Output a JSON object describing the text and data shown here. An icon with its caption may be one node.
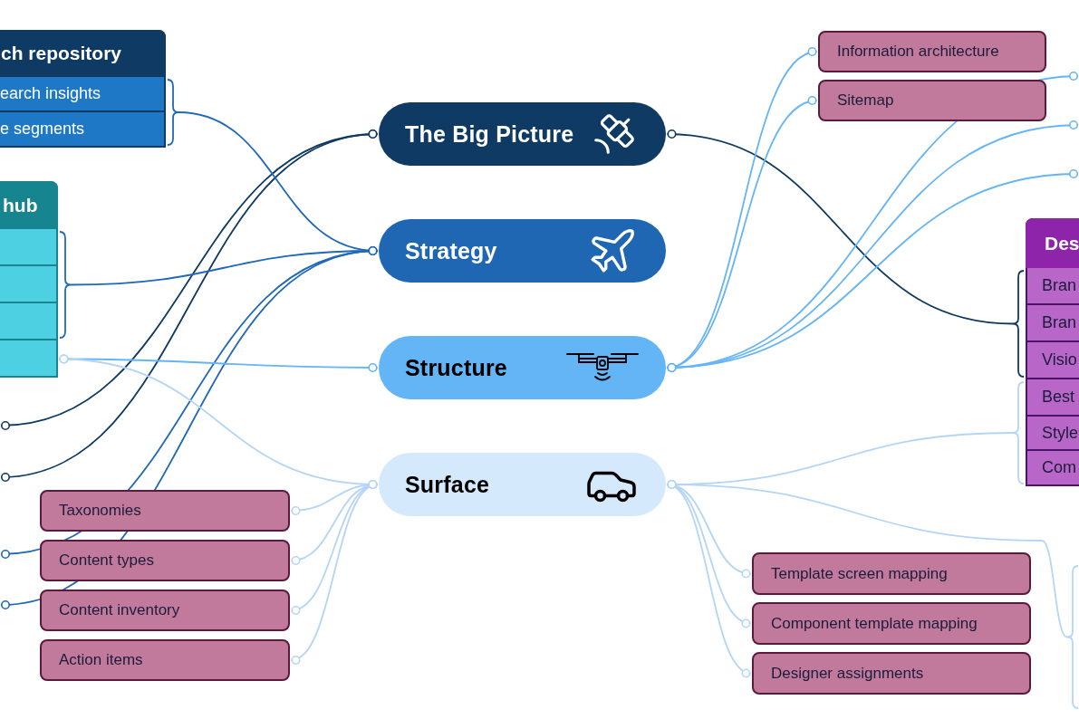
{
  "diagram": {
    "nodes": [
      {
        "text": [
          "ch repository"
        ]
      },
      {
        "text": [
          "earch insights"
        ],
        "in": 0
      },
      {
        "text": [
          "e segments"
        ],
        "in": 0
      },
      {
        "text": [
          "hub"
        ]
      },
      {
        "text": [],
        "shape": "box",
        "in": 3
      },
      {
        "text": [],
        "shape": "box",
        "in": 3
      },
      {
        "text": [],
        "shape": "box",
        "in": 3
      },
      {
        "text": [],
        "shape": "box",
        "in": 3
      },
      {
        "text": [
          "The Big Picture"
        ]
      },
      {
        "text": [
          "Strategy"
        ]
      },
      {
        "text": [
          "Structure"
        ]
      },
      {
        "text": [
          "Surface"
        ]
      },
      {
        "text": [
          "Information architecture"
        ]
      },
      {
        "text": [
          "Sitemap"
        ]
      },
      {
        "text": [
          "Des"
        ]
      },
      {
        "text": [
          "Bran"
        ],
        "in": 14
      },
      {
        "text": [
          "Bran"
        ],
        "in": 14
      },
      {
        "text": [
          "Visio"
        ],
        "in": 14
      },
      {
        "text": [
          "Best"
        ],
        "in": 14
      },
      {
        "text": [
          "Style"
        ],
        "in": 14
      },
      {
        "text": [
          "Com"
        ],
        "in": 14
      },
      {
        "text": [
          "Taxonomies"
        ]
      },
      {
        "text": [
          "Content types"
        ]
      },
      {
        "text": [
          "Content inventory"
        ]
      },
      {
        "text": [
          "Action items"
        ]
      },
      {
        "text": [
          "Template screen mapping"
        ]
      },
      {
        "text": [
          "Component template mapping"
        ]
      },
      {
        "text": [
          "Designer assignments"
        ]
      }
    ],
    "edges": [
      {
        "from": 8,
        "to": null,
        "arrow": "other",
        "color": "#0e3a62"
      },
      {
        "from": 8,
        "to": null,
        "arrow": "other",
        "color": "#0e3a62"
      },
      {
        "from": 8,
        "to": 14,
        "arrow": "other",
        "color": "#0e3a62"
      },
      {
        "from": 9,
        "to": 0,
        "arrow": "other",
        "color": "#2068b8"
      },
      {
        "from": 9,
        "to": 3,
        "arrow": "other",
        "color": "#2068b8"
      },
      {
        "from": 9,
        "to": null,
        "arrow": "other",
        "color": "#2068b8"
      },
      {
        "from": 9,
        "to": null,
        "arrow": "other",
        "color": "#2068b8"
      },
      {
        "from": 10,
        "to": 7,
        "arrow": "other",
        "color": "#64b4f6"
      },
      {
        "from": 10,
        "to": 12,
        "arrow": "other",
        "color": "#64b4f6"
      },
      {
        "from": 10,
        "to": 13,
        "arrow": "other",
        "color": "#64b4f6"
      },
      {
        "from": 10,
        "to": null,
        "arrow": "other",
        "color": "#64b4f6"
      },
      {
        "from": 10,
        "to": null,
        "arrow": "other",
        "color": "#64b4f6"
      },
      {
        "from": 10,
        "to": null,
        "arrow": "other",
        "color": "#64b4f6"
      },
      {
        "from": 11,
        "to": 7,
        "arrow": "other"
      },
      {
        "from": 11,
        "to": 21,
        "arrow": "other"
      },
      {
        "from": 11,
        "to": 22,
        "arrow": "other"
      },
      {
        "from": 11,
        "to": 23,
        "arrow": "other"
      },
      {
        "from": 11,
        "to": 24,
        "arrow": "other"
      },
      {
        "from": 11,
        "to": 14,
        "arrow": "other"
      },
      {
        "from": 11,
        "to": 25,
        "arrow": "other"
      },
      {
        "from": 11,
        "to": 26,
        "arrow": "other"
      },
      {
        "from": 11,
        "to": 27,
        "arrow": "other"
      },
      {
        "from": 11,
        "to": null,
        "arrow": "other"
      }
    ]
  }
}
